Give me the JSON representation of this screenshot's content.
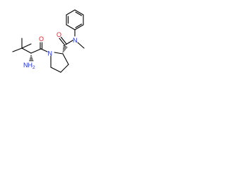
{
  "molecule": {
    "atoms": {
      "carbonyl_oxygen_left": {
        "symbol": "O",
        "color": "#e2202a"
      },
      "carbonyl_oxygen_right": {
        "symbol": "O",
        "color": "#e2202a"
      },
      "pyrrolidine_nitrogen": {
        "symbol": "N",
        "color": "#1c2bd6"
      },
      "amide_nitrogen": {
        "symbol": "N",
        "color": "#1c2bd6"
      },
      "amine": {
        "symbol": "NH",
        "subscript": "2",
        "color": "#1c2bd6"
      }
    },
    "bond_color": "#000000"
  }
}
